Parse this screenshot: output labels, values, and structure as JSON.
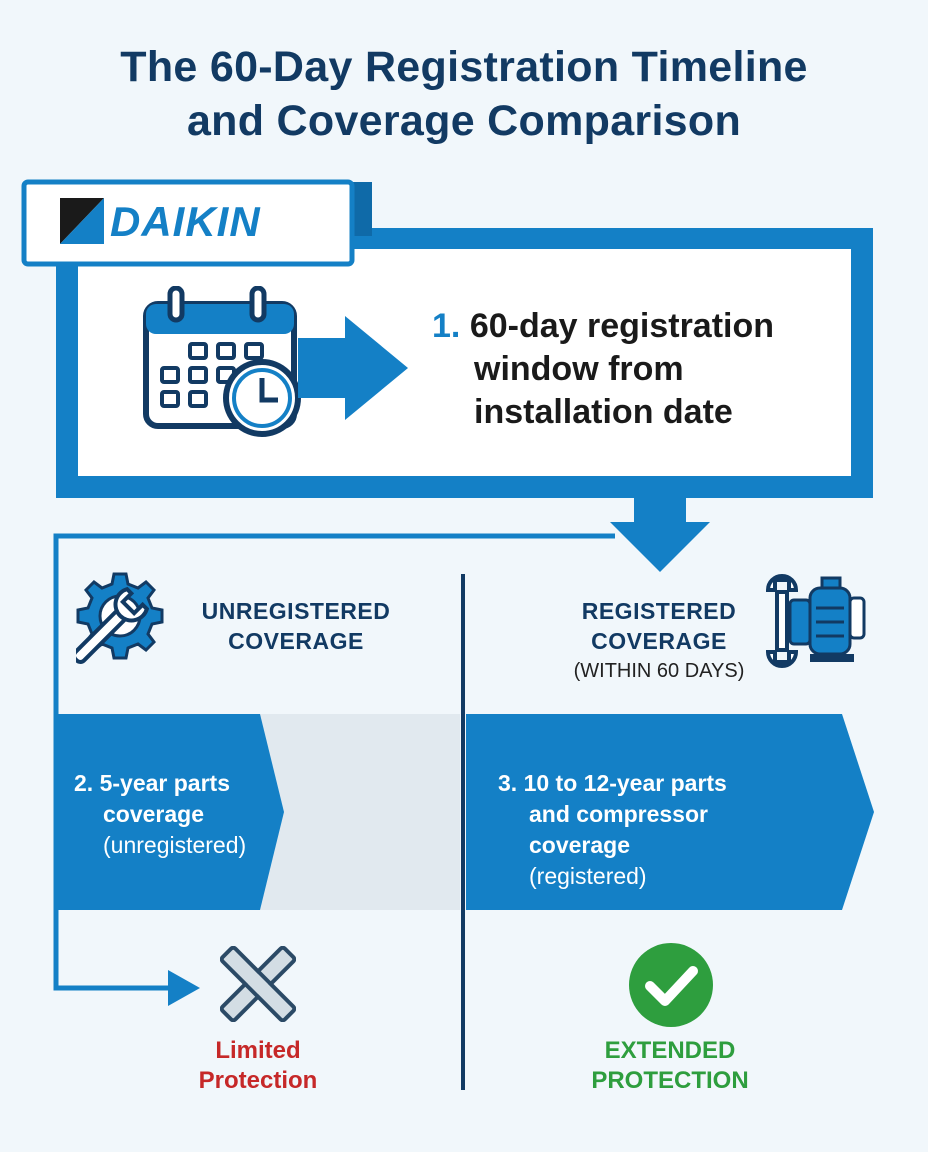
{
  "title": {
    "line1": "The 60-Day Registration Timeline",
    "line2": "and Coverage Comparison"
  },
  "brand": {
    "name": "DAIKIN",
    "color": "#1480c6"
  },
  "step1": {
    "number": "1.",
    "line1": "60-day registration",
    "line2": "window from",
    "line3": "installation date",
    "icon": "calendar-clock-icon"
  },
  "unregistered": {
    "heading_line1": "UNREGISTERED",
    "heading_line2": "COVERAGE",
    "icon": "gear-wrench-icon",
    "step_number": "2.",
    "band_line1": "5-year parts",
    "band_line2": "coverage",
    "band_line3": "(unregistered)",
    "result_line1": "Limited",
    "result_line2": "Protection",
    "result_icon": "x-mark-icon",
    "result_color": "#c62828"
  },
  "registered": {
    "heading_line1": "REGISTERED",
    "heading_line2": "COVERAGE",
    "heading_sub": "(WITHIN 60 DAYS)",
    "icon": "wrench-compressor-icon",
    "step_number": "3.",
    "band_line1": "10 to 12-year parts",
    "band_line2": "and compressor",
    "band_line3_bold": "coverage",
    "band_line3_thin": "(registered)",
    "result_line1": "EXTENDED",
    "result_line2": "PROTECTION",
    "result_icon": "checkmark-icon",
    "result_color": "#2e9e3e"
  },
  "colors": {
    "primary_blue": "#1480c6",
    "navy": "#123a63",
    "background": "#f1f7fb"
  }
}
